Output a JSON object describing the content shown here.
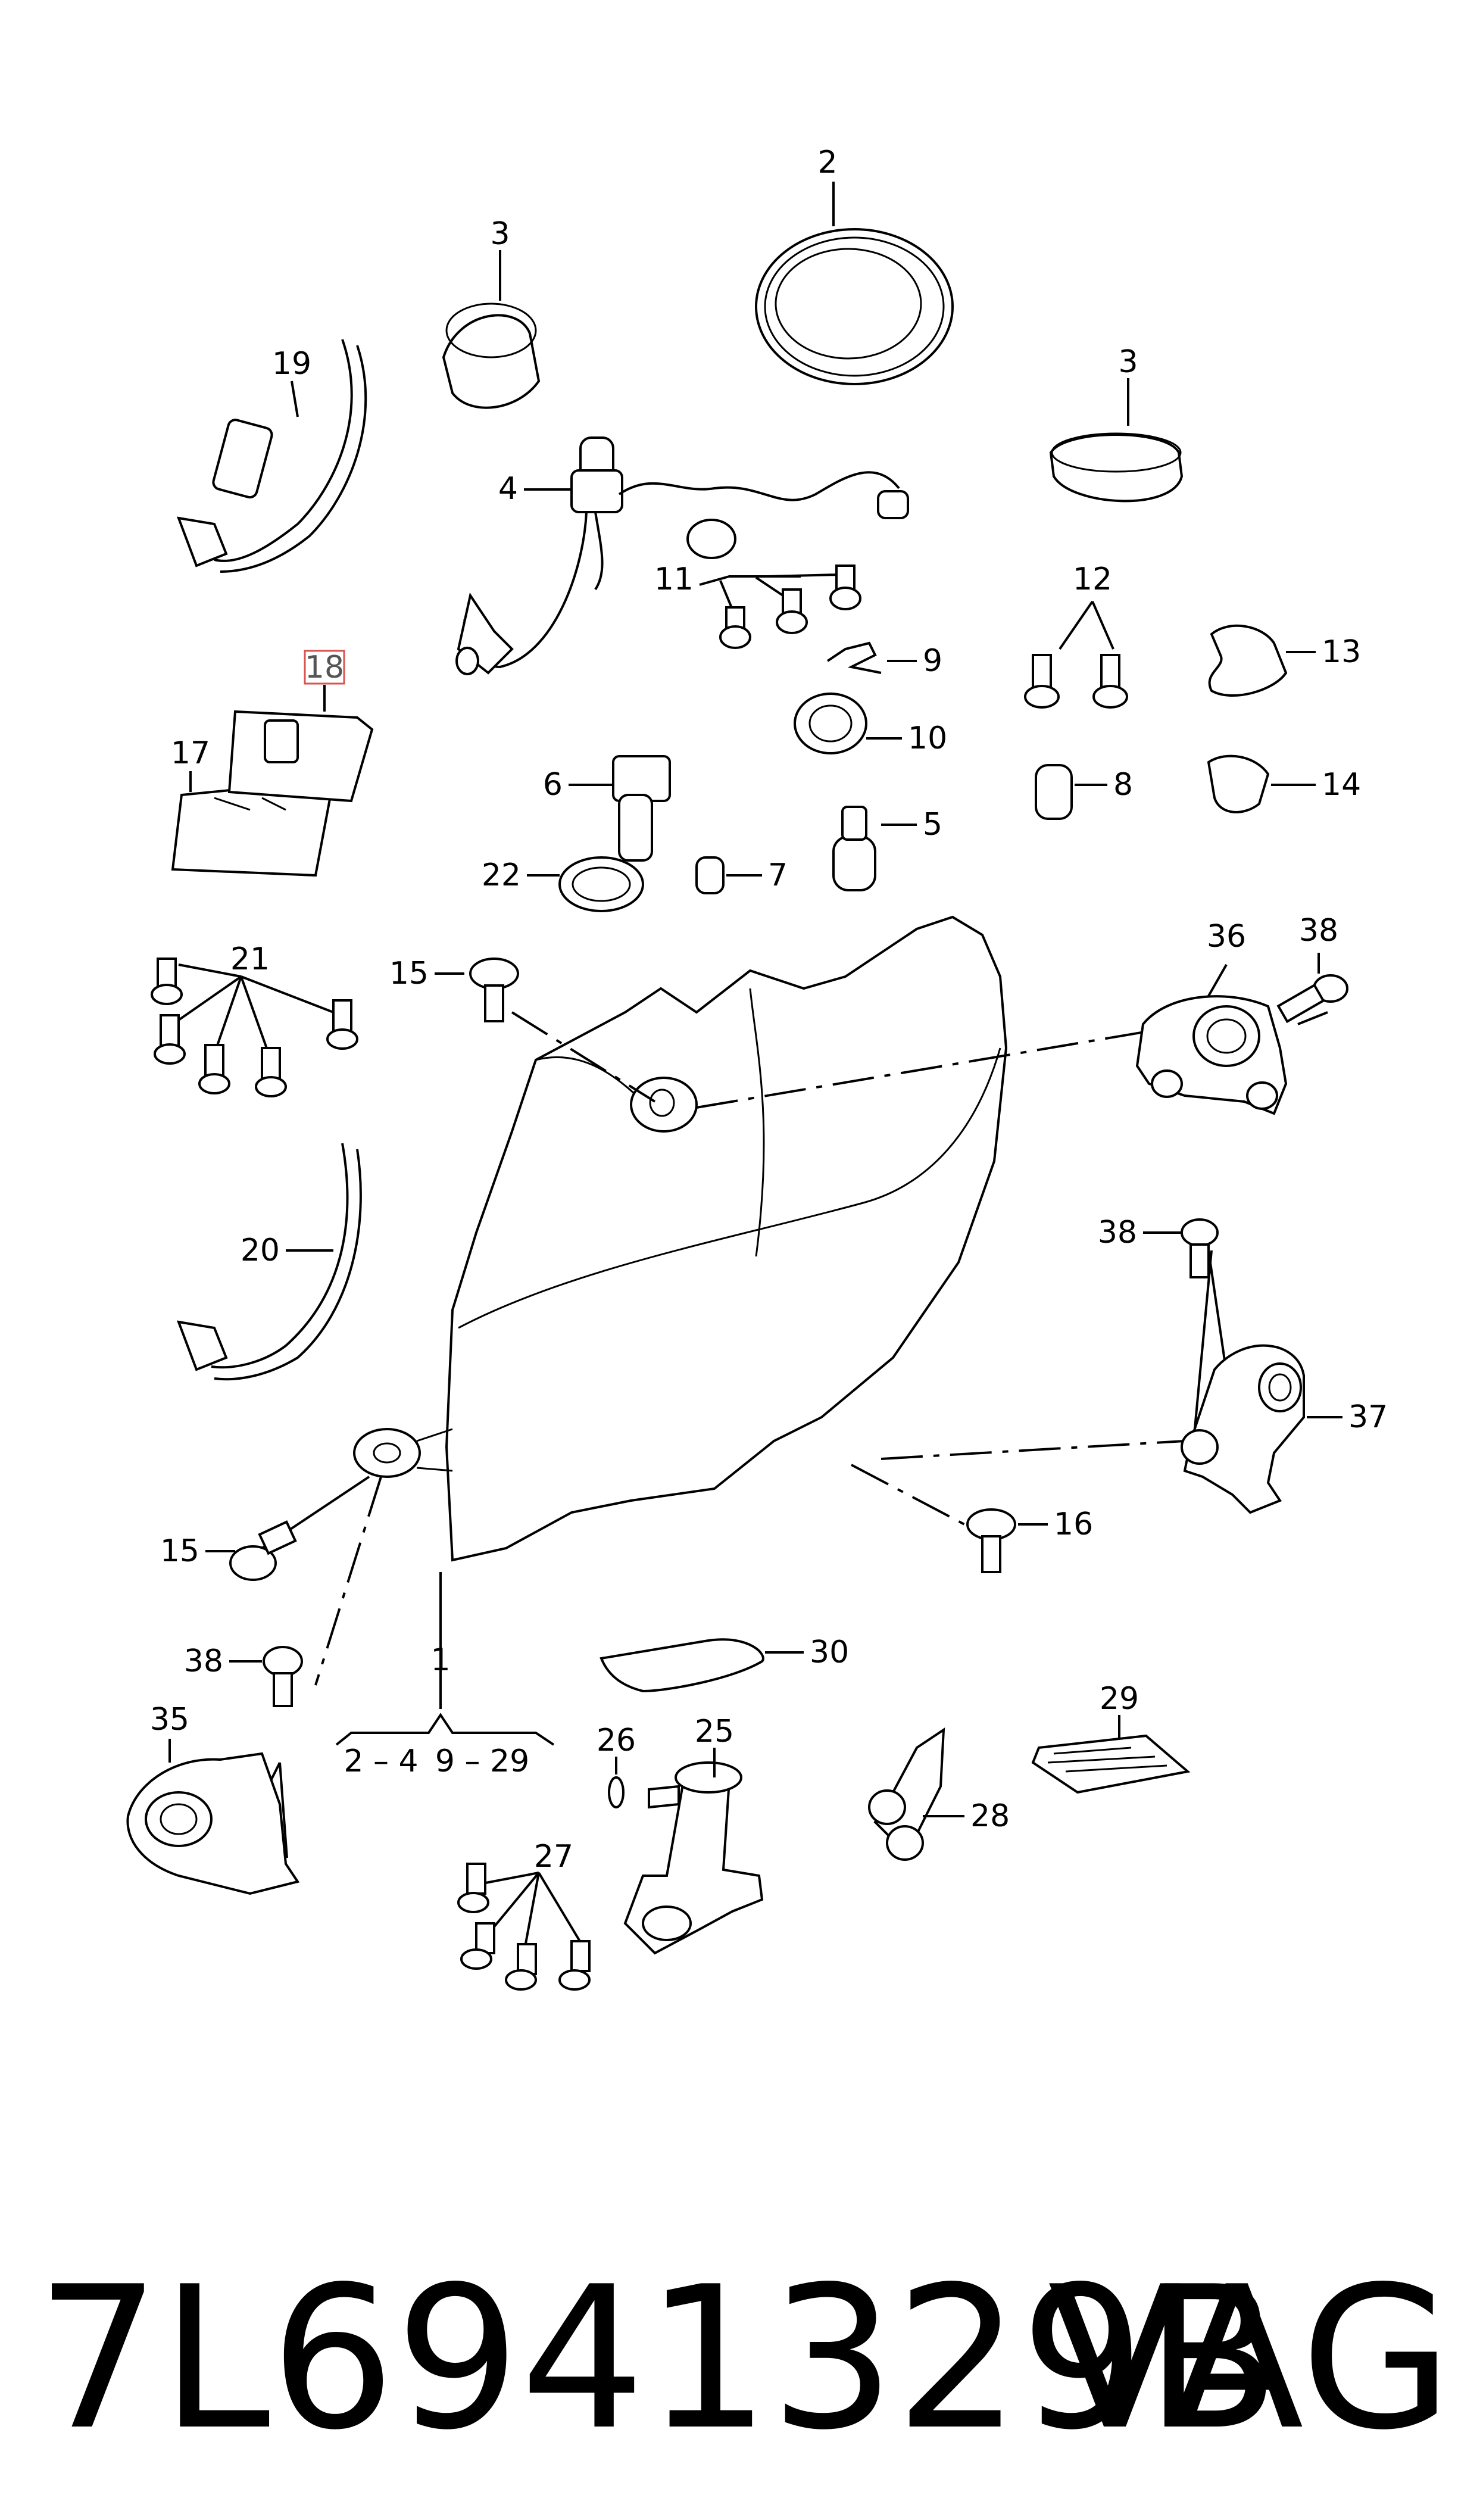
{
  "diagram": {
    "callouts": {
      "c1": "1",
      "c2": "2",
      "c3a": "3",
      "c3b": "3",
      "c4": "4",
      "c5": "5",
      "c6": "6",
      "c7": "7",
      "c8": "8",
      "c9": "9",
      "c10": "10",
      "c11": "11",
      "c12": "12",
      "c13": "13",
      "c14": "14",
      "c15a": "15",
      "c15b": "15",
      "c16": "16",
      "c17": "17",
      "c18": "18",
      "c19": "19",
      "c20": "20",
      "c21": "21",
      "c22": "22",
      "c25": "25",
      "c26": "26",
      "c27": "27",
      "c28": "28",
      "c29": "29",
      "c30": "30",
      "c35": "35",
      "c36": "36",
      "c37": "37",
      "c38a": "38",
      "c38b": "38",
      "c38c": "38"
    },
    "range_left": "2 – 4",
    "range_right": "9 – 29",
    "highlight_color": "#d9534f"
  },
  "footer": {
    "part_number": "7L6941329B",
    "brand": "VAG"
  }
}
